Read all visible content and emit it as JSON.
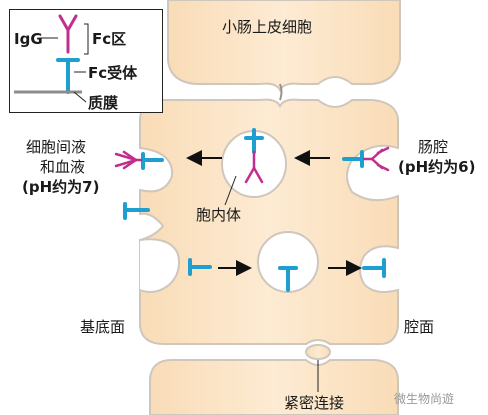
{
  "legend": {
    "igg": "IgG",
    "fc_region": "Fc区",
    "fc_receptor": "Fc受体",
    "membrane": "质膜"
  },
  "labels": {
    "epithelial_cell": "小肠上皮细胞",
    "left_top": "细胞间液",
    "left_mid": "和血液",
    "left_ph": "(pH约为7)",
    "right_top": "肠腔",
    "right_ph": "(pH约为6)",
    "endosome": "胞内体",
    "basal": "基底面",
    "luminal": "腔面",
    "tight_junction": "紧密连接",
    "watermark": "微生物尚遊"
  },
  "colors": {
    "cell_fill": "#fbe2c2",
    "cell_outline": "#c9c1b8",
    "antibody": "#c02f8e",
    "receptor": "#1f9fd0",
    "arrow": "#111111"
  }
}
